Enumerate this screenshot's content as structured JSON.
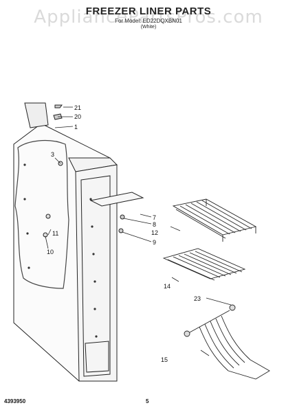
{
  "watermark": "AppliancePartsPros.com",
  "header": {
    "title": "FREEZER LINER PARTS",
    "model": "For Model: ED22DQXBN01",
    "color": "(White)"
  },
  "callouts": [
    "21",
    "20",
    "1",
    "3",
    "7",
    "8",
    "12",
    "9",
    "11",
    "10",
    "14",
    "23",
    "15"
  ],
  "footer": {
    "doc_number": "4393950",
    "page_number": "5"
  }
}
